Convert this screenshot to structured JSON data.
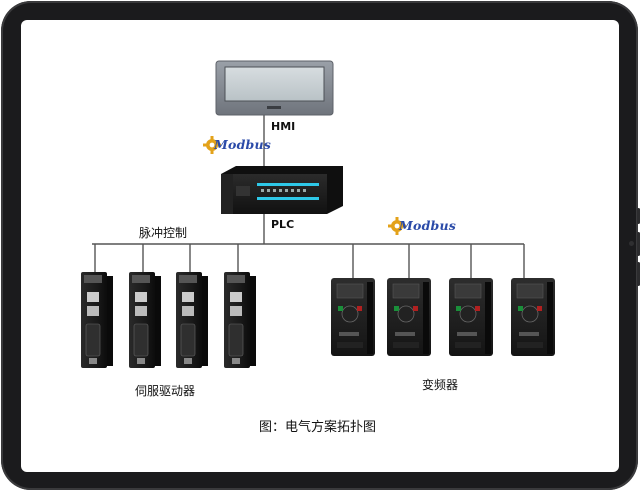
{
  "diagram": {
    "hmi_label": "HMI",
    "plc_label": "PLC",
    "pulse_control_label": "脉冲控制",
    "servo_drives_label": "伺服驱动器",
    "vfd_label": "变频器",
    "caption": "图：电气方案拓扑图",
    "modbus_hmi": "Modbus",
    "modbus_vfd": "Modbus",
    "servo_count": 4,
    "vfd_count": 4
  },
  "colors": {
    "tablet_frame": "#1b1b1d",
    "plc_body": "#1a1a1a",
    "plc_accent": "#2ec8e8",
    "vfd_accent": "#1a8f3a",
    "modbus_text": "#2a4aa8"
  }
}
